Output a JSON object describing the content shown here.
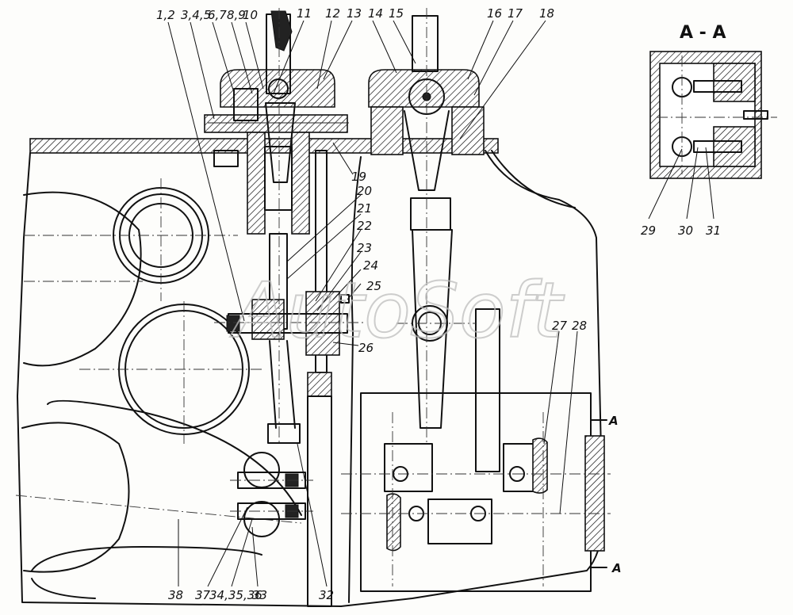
{
  "section_title": "A - A",
  "section_marks": {
    "top": "A",
    "bottom": "A"
  },
  "watermark": "AutoSoft",
  "callouts": {
    "c1": "1,2",
    "c2": "3,4,5",
    "c3": "6,7",
    "c4": "8,9",
    "c5": "10",
    "c6": "11",
    "c7": "12",
    "c8": "13",
    "c9": "14",
    "c10": "15",
    "c11": "16",
    "c12": "17",
    "c13": "18",
    "c14": "19",
    "c15": "20",
    "c16": "21",
    "c17": "22",
    "c18": "23",
    "c19": "24",
    "c20": "25",
    "c21": "26",
    "c22": "27",
    "c23": "28",
    "c24": "29",
    "c25": "30",
    "c26": "31",
    "c27": "32",
    "c28": "33",
    "c29": "34,35,36",
    "c30": "37",
    "c31": "38"
  }
}
